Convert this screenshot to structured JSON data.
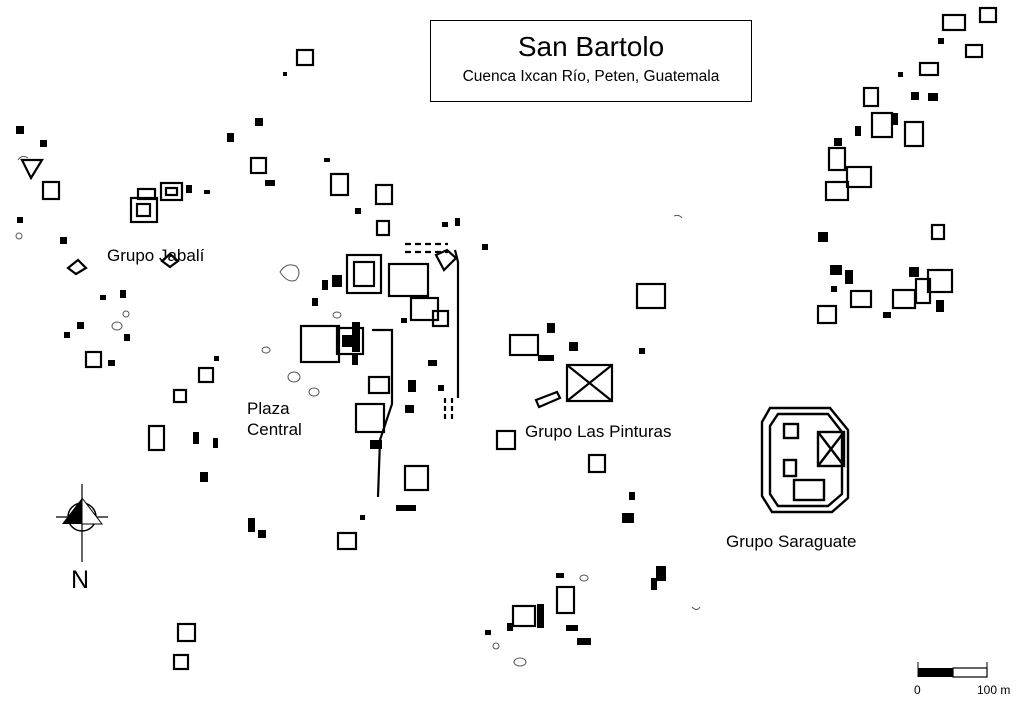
{
  "title": "San Bartolo",
  "subtitle": "Cuenca Ixcan Río, Peten, Guatemala",
  "labels": {
    "grupo_jabali": "Grupo Jabalí",
    "plaza_central": "Plaza\nCentral",
    "grupo_las_pinturas": "Grupo Las Pinturas",
    "grupo_saraguate": "Grupo Saraguate"
  },
  "north_label": "N",
  "scale": {
    "start": "0",
    "end": "100 m"
  },
  "colors": {
    "ink": "#000000",
    "background": "#ffffff",
    "outline": "#555555"
  }
}
